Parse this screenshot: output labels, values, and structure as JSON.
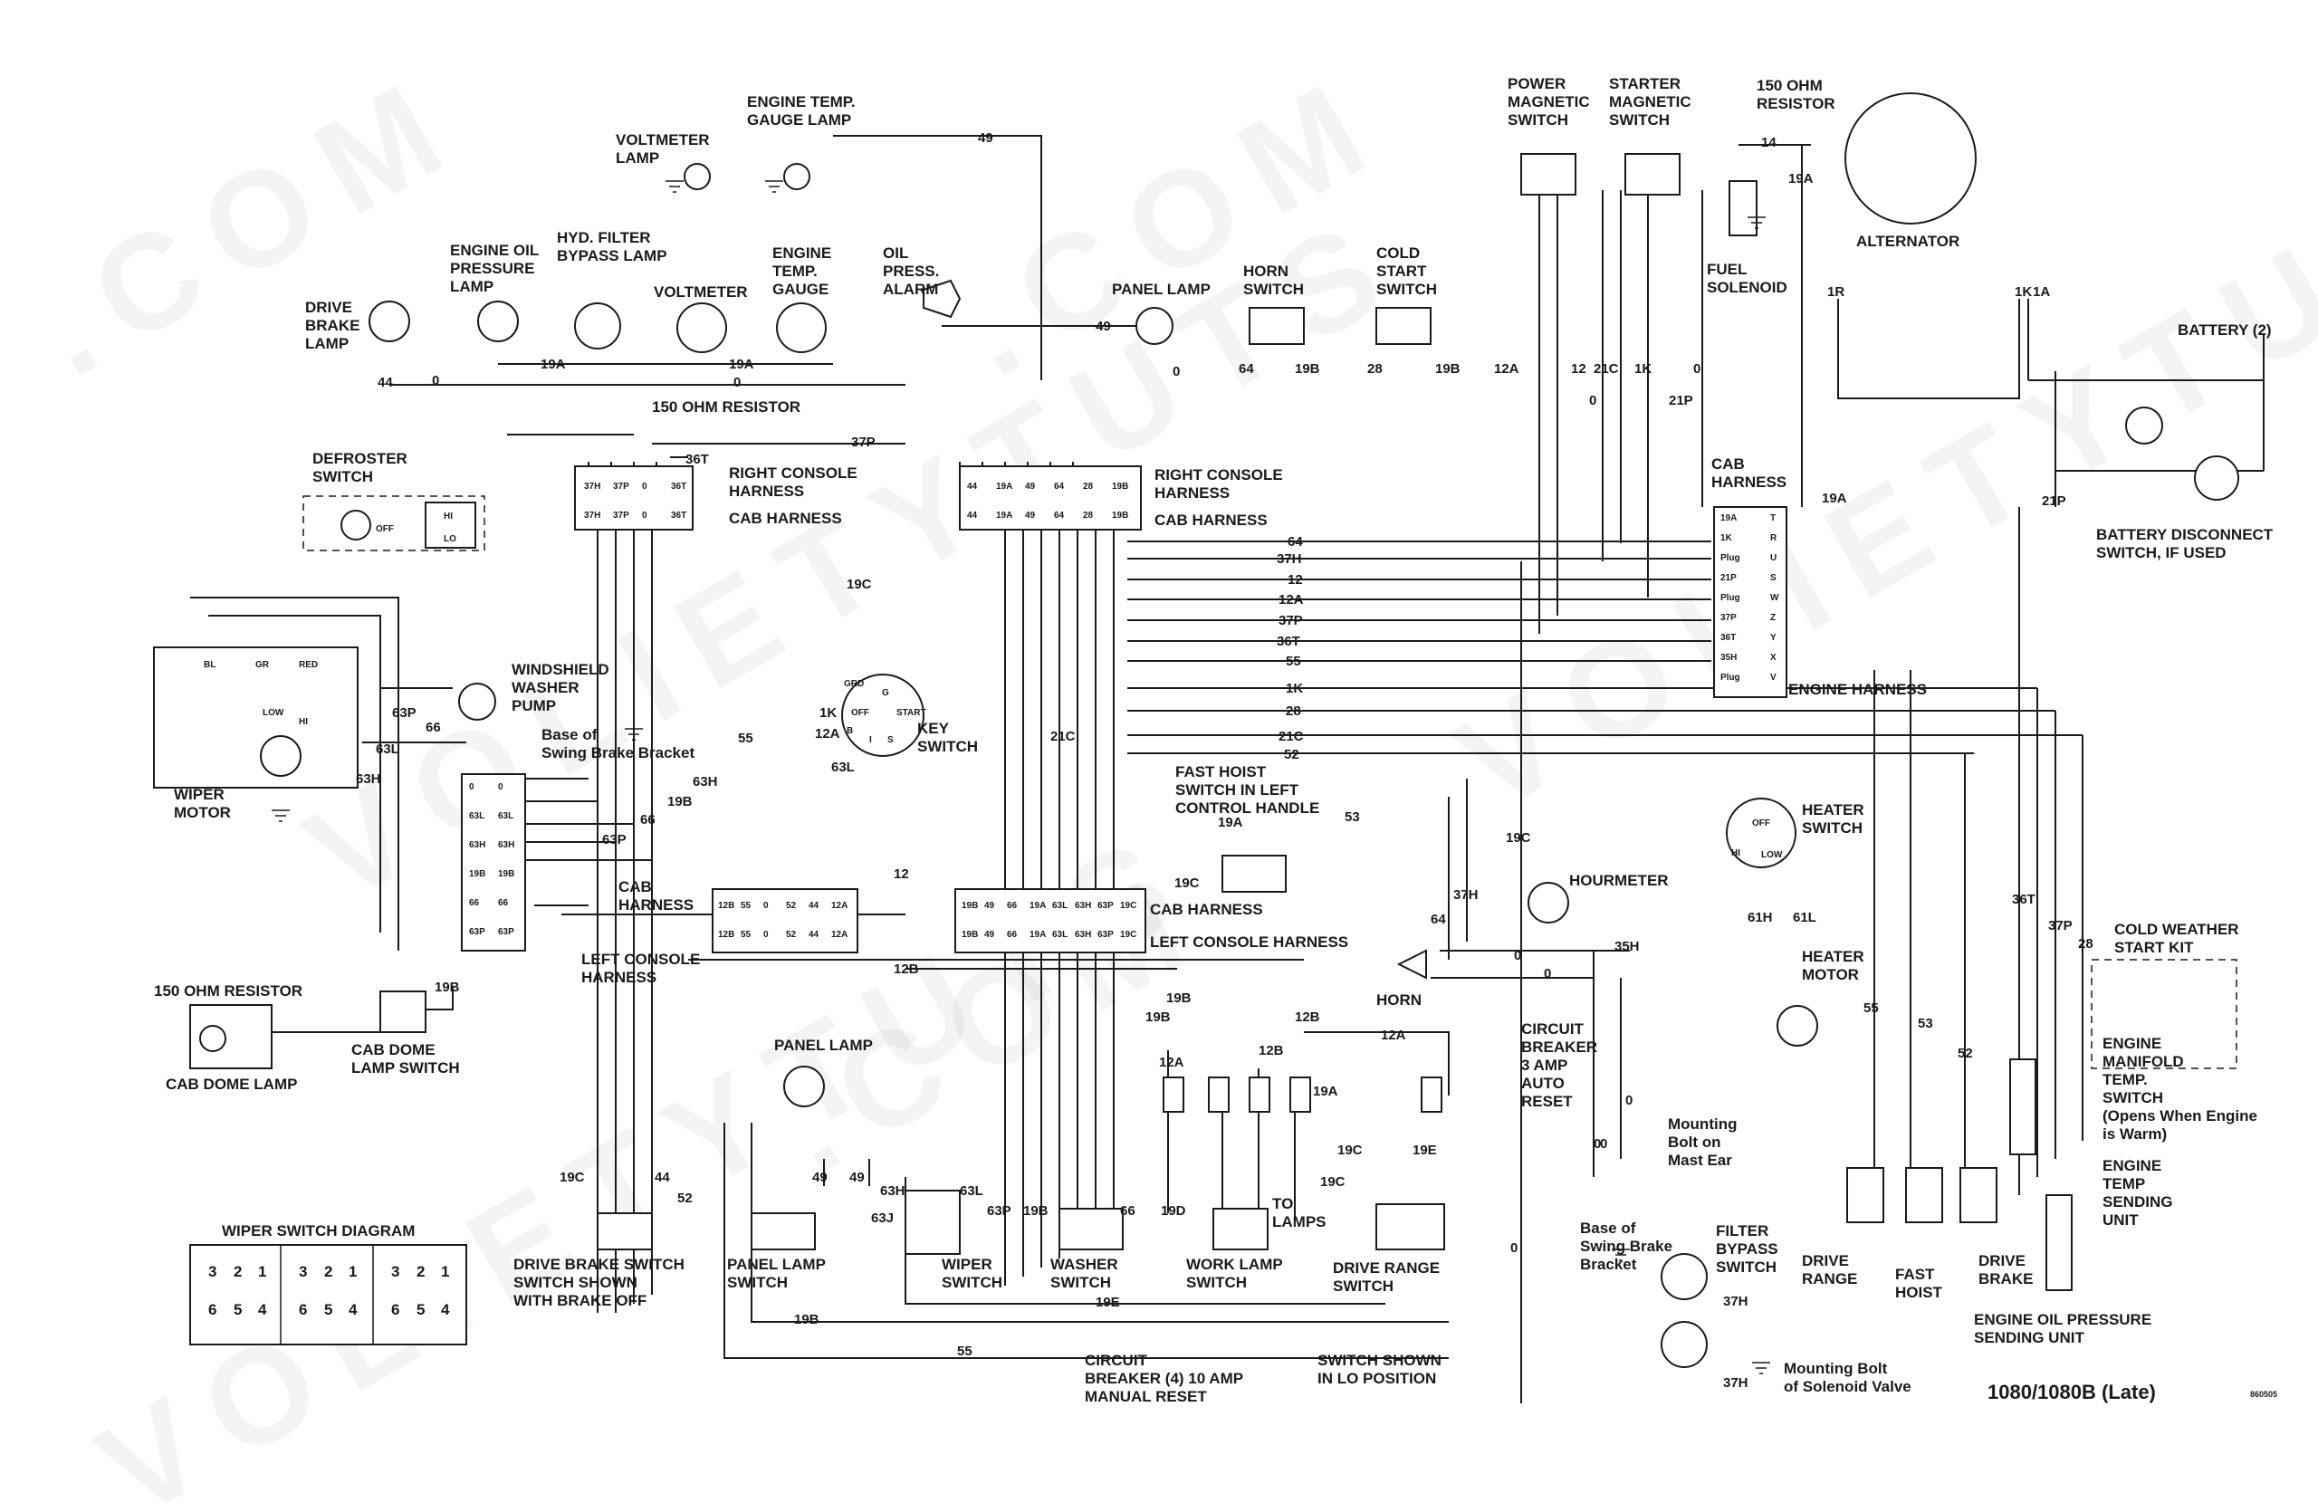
{
  "diagram": {
    "model_title": "1080/1080B (Late)",
    "drawing_number": "860505",
    "watermarks": [
      ".COM",
      "VOLIETYTUTS",
      ".COM",
      "VOLIETYTUTS",
      ".COM",
      "VOLIETYTUTS"
    ],
    "labels": {
      "voltmeter_lamp": "VOLTMETER\nLAMP",
      "engine_temp_gauge_lamp": "ENGINE TEMP.\nGAUGE LAMP",
      "drive_brake_lamp": "DRIVE\nBRAKE\nLAMP",
      "engine_oil_pressure_lamp": "ENGINE OIL\nPRESSURE\nLAMP",
      "hyd_filter_bypass_lamp": "HYD. FILTER\nBYPASS LAMP",
      "voltmeter": "VOLTMETER",
      "engine_temp_gauge": "ENGINE\nTEMP.\nGAUGE",
      "oil_press_alarm": "OIL\nPRESS.\nALARM",
      "panel_lamp_top": "PANEL LAMP",
      "horn_switch": "HORN\nSWITCH",
      "cold_start_switch": "COLD\nSTART\nSWITCH",
      "ohm150_resistor_top": "150 OHM RESISTOR",
      "power_magnetic_switch": "POWER\nMAGNETIC\nSWITCH",
      "starter_magnetic_switch": "STARTER\nMAGNETIC\nSWITCH",
      "ohm150_resistor_alt": "150 OHM\nRESISTOR",
      "alternator": "ALTERNATOR",
      "fuel_solenoid": "FUEL\nSOLENOID",
      "battery": "BATTERY (2)",
      "battery_disconnect": "BATTERY DISCONNECT\nSWITCH, IF USED",
      "defroster_switch": "DEFROSTER\nSWITCH",
      "right_console_harness_1": "RIGHT CONSOLE\nHARNESS",
      "cab_harness_1": "CAB HARNESS",
      "right_console_harness_2": "RIGHT CONSOLE\nHARNESS",
      "cab_harness_2": "CAB HARNESS",
      "cab_harness_3": "CAB\nHARNESS",
      "engine_harness": "ENGINE HARNESS",
      "wiper_motor": "WIPER\nMOTOR",
      "windshield_washer_pump": "WINDSHIELD\nWASHER\nPUMP",
      "base_swing_brake_1": "Base of\nSwing Brake Bracket",
      "key_switch": "KEY\nSWITCH",
      "fast_hoist_switch": "FAST HOIST\nSWITCH IN LEFT\nCONTROL HANDLE",
      "heater_switch": "HEATER\nSWITCH",
      "hourmeter": "HOURMETER",
      "heater_motor": "HEATER\nMOTOR",
      "cold_weather_start_kit": "COLD WEATHER\nSTART KIT",
      "cab_harness_left": "CAB\nHARNESS",
      "left_console_harness_1": "LEFT CONSOLE\nHARNESS",
      "cab_harness_4": "CAB HARNESS",
      "left_console_harness_2": "LEFT CONSOLE HARNESS",
      "horn": "HORN",
      "ohm150_resistor_left": "150 OHM RESISTOR",
      "cab_dome_lamp": "CAB DOME LAMP",
      "cab_dome_lamp_switch": "CAB DOME\nLAMP SWITCH",
      "panel_lamp_bottom": "PANEL LAMP",
      "circuit_breaker_3a": "CIRCUIT\nBREAKER\n3 AMP\nAUTO\nRESET",
      "mounting_bolt_mast": "Mounting\nBolt on\nMast Ear",
      "engine_manifold_temp_switch": "ENGINE\nMANIFOLD\nTEMP.\nSWITCH\n(Opens When Engine\nis Warm)",
      "engine_temp_sending_unit": "ENGINE\nTEMP\nSENDING\nUNIT",
      "wiper_switch_diagram": "WIPER SWITCH DIAGRAM",
      "drive_brake_switch": "DRIVE BRAKE SWITCH\nSWITCH SHOWN\nWITH BRAKE OFF",
      "panel_lamp_switch": "PANEL LAMP\nSWITCH",
      "wiper_switch": "WIPER\nSWITCH",
      "washer_switch": "WASHER\nSWITCH",
      "work_lamp_switch": "WORK LAMP\nSWITCH",
      "to_lamps": "TO\nLAMPS",
      "drive_range_switch": "DRIVE RANGE\nSWITCH",
      "base_swing_brake_2": "Base of\nSwing Brake\nBracket",
      "filter_bypass_switch": "FILTER\nBYPASS\nSWITCH",
      "drive_range": "DRIVE\nRANGE",
      "fast_hoist": "FAST\nHOIST",
      "drive_brake": "DRIVE\nBRAKE",
      "engine_oil_pressure_sending_unit": "ENGINE OIL PRESSURE\nSENDING UNIT",
      "circuit_breaker_10a": "CIRCUIT\nBREAKER (4) 10 AMP\nMANUAL RESET",
      "switch_shown_lo": "SWITCH SHOWN\nIN LO POSITION",
      "mounting_bolt_solenoid": "Mounting Bolt\nof Solenoid Valve"
    },
    "switch_positions": {
      "defroster": [
        "OFF",
        "HI",
        "LO"
      ],
      "key": [
        "GRD",
        "G",
        "OFF",
        "B",
        "START",
        "I",
        "S"
      ],
      "heater": [
        "OFF",
        "HI",
        "LOW"
      ],
      "wiper_motor_wires": [
        "BL",
        "GR",
        "RED",
        "LOW",
        "HI"
      ]
    },
    "wiper_switch_terminals": [
      "3",
      "2",
      "1",
      "6",
      "5",
      "4"
    ],
    "connectors": {
      "right_console_left": {
        "top": [
          "37H",
          "37P",
          "0",
          "36T"
        ],
        "bottom": [
          "37H",
          "37P",
          "0",
          "36T"
        ]
      },
      "right_console_right": {
        "top": [
          "44",
          "19A",
          "49",
          "64",
          "28",
          "19B"
        ],
        "bottom": [
          "44",
          "19A",
          "49",
          "64",
          "28",
          "19B"
        ]
      },
      "cab_harness_right_rows": [
        [
          "19A",
          "T"
        ],
        [
          "1K",
          "R"
        ],
        [
          "Plug",
          "U"
        ],
        [
          "21P",
          "S"
        ],
        [
          "Plug",
          "W"
        ],
        [
          "37P",
          "Z"
        ],
        [
          "36T",
          "Y"
        ],
        [
          "35H",
          "X"
        ],
        [
          "Plug",
          "V"
        ]
      ],
      "washer_block": [
        [
          "0",
          "0"
        ],
        [
          "63L",
          "63L"
        ],
        [
          "63H",
          "63H"
        ],
        [
          "19B",
          "19B"
        ],
        [
          "66",
          "66"
        ],
        [
          "63P",
          "63P"
        ]
      ],
      "left_console_left": {
        "top": [
          "12B",
          "55",
          "0",
          "52",
          "44",
          "12A"
        ],
        "bottom": [
          "12B",
          "55",
          "0",
          "52",
          "44",
          "12A"
        ]
      },
      "left_console_right": {
        "top": [
          "19B",
          "49",
          "66",
          "19A",
          "63L",
          "63H",
          "63P",
          "19C"
        ],
        "bottom": [
          "19B",
          "49",
          "66",
          "19A",
          "63L",
          "63H",
          "63P",
          "19C"
        ]
      }
    },
    "wire_labels": {
      "w49_top": "49",
      "w44": "44",
      "w0_top": "0",
      "w19A_a": "19A",
      "w19A_b": "19A",
      "w0_b": "0",
      "w37P": "37P",
      "w36T": "36T",
      "w49_panel": "49",
      "w0_panel": "0",
      "w64_horn": "64",
      "w19B_horn": "19B",
      "w28_cold": "28",
      "w19B_cold": "19B",
      "w12A": "12A",
      "w12": "12",
      "w21C": "21C",
      "w1K": "1K",
      "w0_ss": "0",
      "w0_fs": "0",
      "w21P": "21P",
      "w14": "14",
      "w19A_alt": "19A",
      "w1R": "1R",
      "w1K_alt": "1K",
      "w1A": "1A",
      "w19A_cab": "19A",
      "w21P_bat": "21P",
      "bus_64": "64",
      "bus_37H": "37H",
      "bus_12": "12",
      "bus_12A": "12A",
      "bus_37P": "37P",
      "bus_36T": "36T",
      "bus_55": "55",
      "bus_1K": "1K",
      "bus_28": "28",
      "bus_21C": "21C",
      "bus_52": "52",
      "w19C_top": "19C",
      "w21C_mid": "21C",
      "w12A_key": "12A",
      "w1K_key": "1K",
      "w63L_key": "63L",
      "w55": "55",
      "w63H": "63H",
      "w19B_m": "19B",
      "w66_m": "66",
      "w63P_m": "63P",
      "w63P_side": "63P",
      "w66_side": "66",
      "w63L_side": "63L",
      "w63H_side": "63H",
      "w19A_fh": "19A",
      "w53": "53",
      "w19C_fh": "19C",
      "w19C_r": "19C",
      "w37H_r": "37H",
      "w64_r": "64",
      "w12_m": "12",
      "w12B": "12B",
      "w19B_l": "19B",
      "w19B_e": "19B",
      "w19B_dome": "19B",
      "w12B_cb": "12B",
      "w12A_cb": "12A",
      "w0_h1": "0",
      "w0_h2": "0",
      "w35H": "35H",
      "w61H": "61H",
      "w61L": "61L",
      "w12A_b": "12A",
      "w12B_b": "12B",
      "w19A_b2": "19A",
      "w19C_b": "19C",
      "w19E": "19E",
      "w19C_dr": "19C",
      "w44_db": "44",
      "w52_db": "52",
      "w19C_db": "19C",
      "w49_pl": "49",
      "w49_pl2": "49",
      "w63H_ws": "63H",
      "w63L_ws": "63L",
      "w63J": "63J",
      "w63P_ws": "63P",
      "w19B_ws": "19B",
      "w66_ws": "66",
      "w19D": "19D",
      "w19B_bot": "19B",
      "w19E_bot": "19E",
      "w55_bot": "55",
      "w0_mb1": "0",
      "w0_mb2": "0",
      "w0_bb": "0",
      "w0_long": "0",
      "w36T_r": "36T",
      "w37P_r": "37P",
      "w28_r": "28",
      "w55_r": "55",
      "w53_r": "53",
      "w52_r": "52",
      "w37H_f1": "37H",
      "w37H_f2": "37H"
    }
  }
}
